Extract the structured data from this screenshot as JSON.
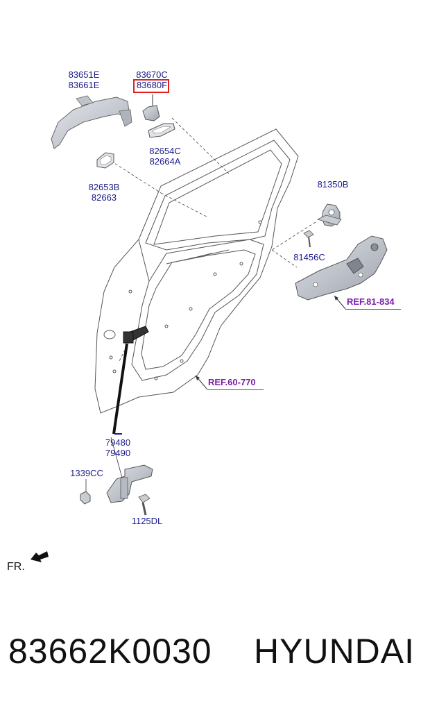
{
  "labels": {
    "handle_a": "83651E",
    "handle_b": "83661E",
    "cover_a": "83670C",
    "cover_b": "83680F",
    "gasket_front_a": "82654C",
    "gasket_front_b": "82664A",
    "gasket_rear_a": "82653B",
    "gasket_rear_b": "82663",
    "striker": "81350B",
    "screw": "81456C",
    "checker_a": "79480",
    "checker_b": "79490",
    "nut": "1339CC",
    "bolt": "1125DL"
  },
  "refs": {
    "latch": "REF.81-834",
    "door": "REF.60-770"
  },
  "direction": "FR.",
  "footer": {
    "part_number": "83662K0030",
    "brand": "HYUNDAI"
  },
  "colors": {
    "label": "#1a1a8c",
    "ref": "#7a1fa8",
    "highlight_box": "#e02020",
    "part_fill": "#cdd1d8"
  }
}
